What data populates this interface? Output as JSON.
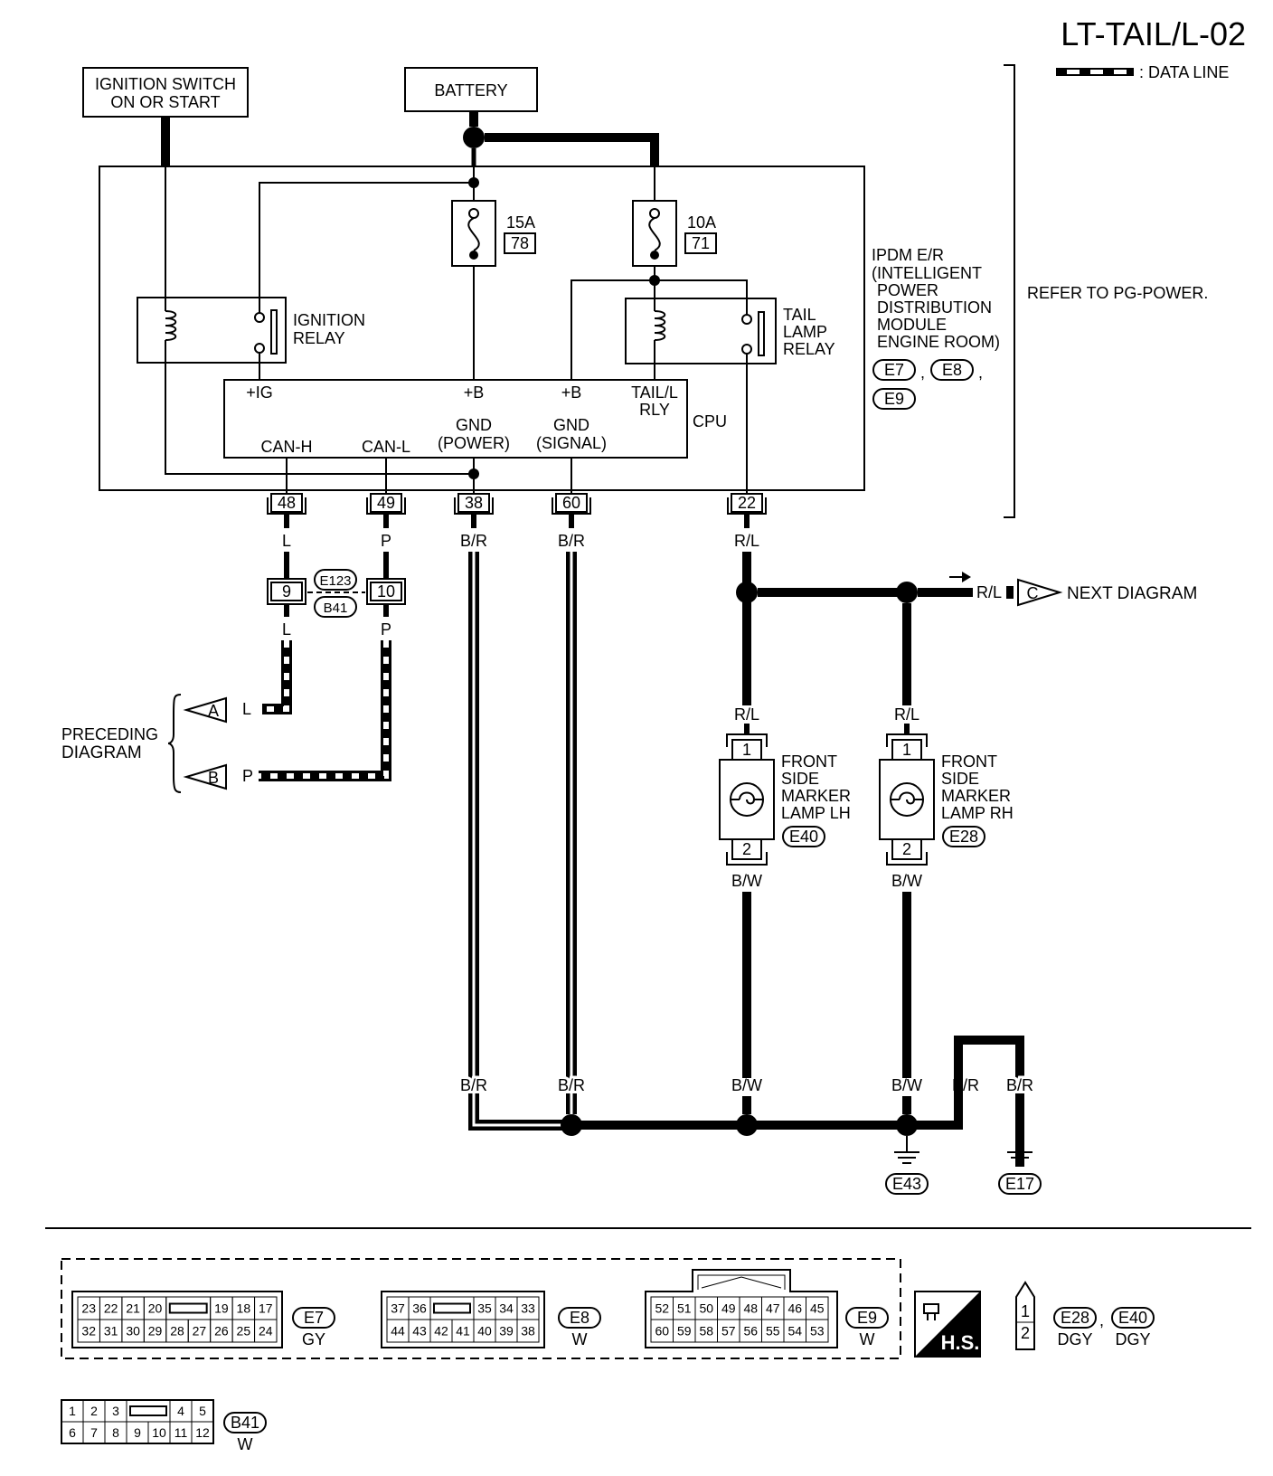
{
  "title": "LT-TAIL/L-02",
  "legend": {
    "label": ": DATA LINE"
  },
  "refer_note": "REFER TO PG-POWER.",
  "sources": {
    "ignition_switch": [
      "IGNITION SWITCH",
      "ON OR START"
    ],
    "battery": "BATTERY"
  },
  "fuses": [
    {
      "amps": "15A",
      "number": "78"
    },
    {
      "amps": "10A",
      "number": "71"
    }
  ],
  "relays": {
    "ignition": [
      "IGNITION",
      "RELAY"
    ],
    "tail_lamp": [
      "TAIL",
      "LAMP",
      "RELAY"
    ]
  },
  "ipdm": {
    "lines": [
      "IPDM E/R",
      "(INTELLIGENT",
      "POWER",
      "DISTRIBUTION",
      "MODULE",
      "ENGINE ROOM)"
    ],
    "connectors": [
      "E7",
      "E8",
      "E9"
    ],
    "sep1": ",",
    "sep2": ","
  },
  "cpu": {
    "label": "CPU",
    "pins_top": [
      "+IG",
      "+B",
      "+B",
      "TAIL/L",
      "RLY"
    ],
    "pins_bottom": [
      "CAN-H",
      "CAN-L",
      "GND",
      "(POWER)",
      "GND",
      "(SIGNAL)"
    ]
  },
  "terminals": [
    "48",
    "49",
    "38",
    "60",
    "22"
  ],
  "wire_colors": {
    "l": "L",
    "p": "P",
    "br": "B/R",
    "rl": "R/L",
    "bw": "B/W"
  },
  "joint_connector": {
    "pins": [
      "9",
      "10"
    ],
    "connectors": [
      "E123",
      "B41"
    ]
  },
  "preceding": {
    "lines": [
      "PRECEDING",
      "DIAGRAM"
    ],
    "marks": [
      "A",
      "B"
    ]
  },
  "next": {
    "mark": "C",
    "label": "NEXT DIAGRAM"
  },
  "lamps": [
    {
      "lines": [
        "FRONT",
        "SIDE",
        "MARKER",
        "LAMP LH"
      ],
      "connector": "E40",
      "pins": [
        "1",
        "2"
      ]
    },
    {
      "lines": [
        "FRONT",
        "SIDE",
        "MARKER",
        "LAMP RH"
      ],
      "connector": "E28",
      "pins": [
        "1",
        "2"
      ]
    }
  ],
  "grounds": [
    "E43",
    "E17"
  ],
  "connector_views": [
    {
      "id": "E7",
      "color": "GY",
      "top": [
        "23",
        "22",
        "21",
        "20",
        "",
        "19",
        "18",
        "17"
      ],
      "bottom": [
        "32",
        "31",
        "30",
        "29",
        "28",
        "27",
        "26",
        "25",
        "24"
      ]
    },
    {
      "id": "E8",
      "color": "W",
      "top": [
        "37",
        "36",
        "",
        "35",
        "34",
        "33"
      ],
      "bottom": [
        "44",
        "43",
        "42",
        "41",
        "40",
        "39",
        "38"
      ]
    },
    {
      "id": "E9",
      "color": "W",
      "top": [
        "52",
        "51",
        "50",
        "49",
        "48",
        "47",
        "46",
        "45"
      ],
      "bottom": [
        "60",
        "59",
        "58",
        "57",
        "56",
        "55",
        "54",
        "53"
      ]
    },
    {
      "id": "B41",
      "color": "W",
      "top": [
        "1",
        "2",
        "3",
        "",
        "4",
        "5"
      ],
      "bottom": [
        "6",
        "7",
        "8",
        "9",
        "10",
        "11",
        "12"
      ]
    }
  ],
  "hs_badge": "H.S.",
  "lamp_connector_view": {
    "pins": [
      "1",
      "2"
    ],
    "ids": [
      "E28",
      "E40"
    ],
    "colors": [
      "DGY",
      "DGY"
    ],
    "sep": ","
  }
}
